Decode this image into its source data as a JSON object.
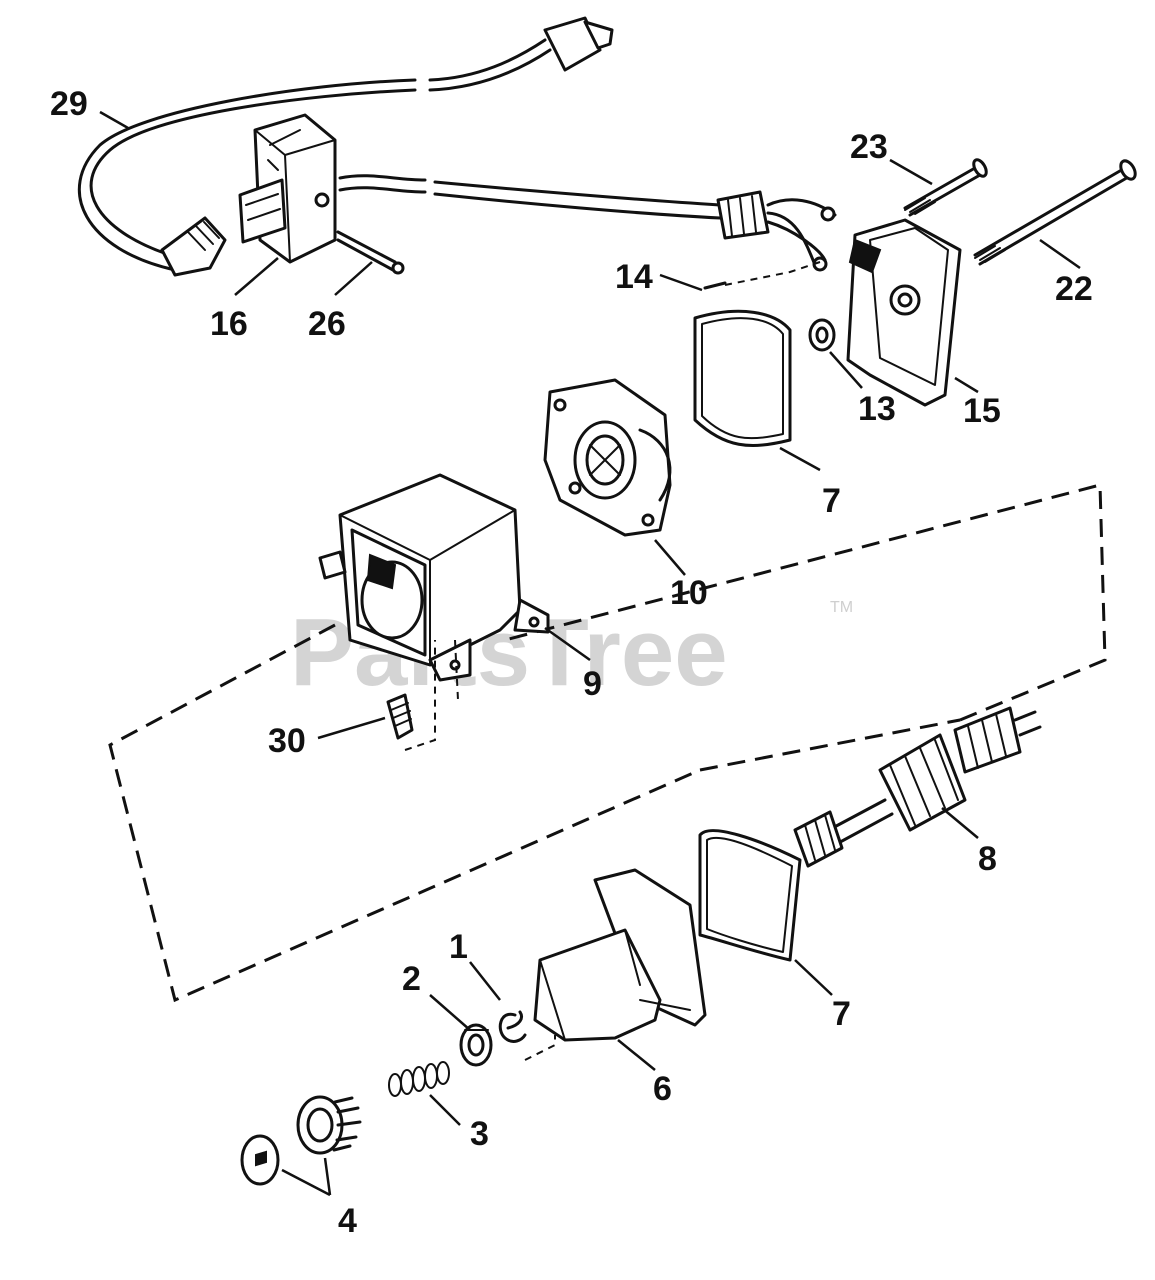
{
  "watermark": {
    "text": "PartsTree",
    "trademark": "TM"
  },
  "callouts": {
    "c29": "29",
    "c16": "16",
    "c26": "26",
    "c23": "23",
    "c22": "22",
    "c14": "14",
    "c13": "13",
    "c15": "15",
    "c7a": "7",
    "c10": "10",
    "c9": "9",
    "c30": "30",
    "c8": "8",
    "c7b": "7",
    "c1": "1",
    "c2": "2",
    "c6": "6",
    "c3": "3",
    "c4": "4"
  }
}
